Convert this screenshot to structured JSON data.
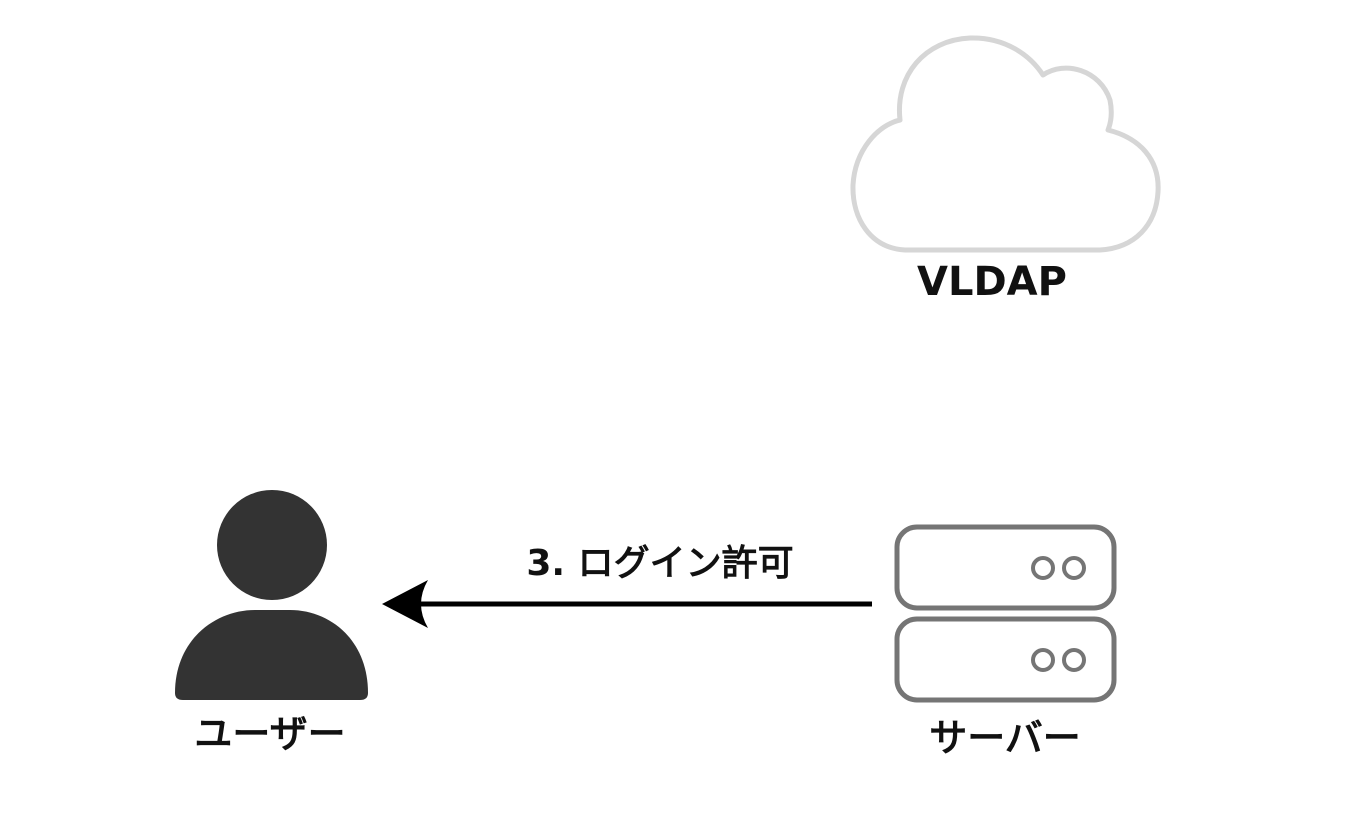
{
  "nodes": {
    "cloud": {
      "label": "VLDAP",
      "icon": "cloud-icon",
      "stroke_color": "#d6d6d6"
    },
    "user": {
      "label": "ユーザー",
      "icon": "user-icon",
      "fill_color": "#333333"
    },
    "server": {
      "label": "サーバー",
      "icon": "server-icon",
      "stroke_color": "#757575"
    }
  },
  "edges": [
    {
      "from": "server",
      "to": "user",
      "label": "3. ログイン許可",
      "color": "#000000"
    }
  ]
}
